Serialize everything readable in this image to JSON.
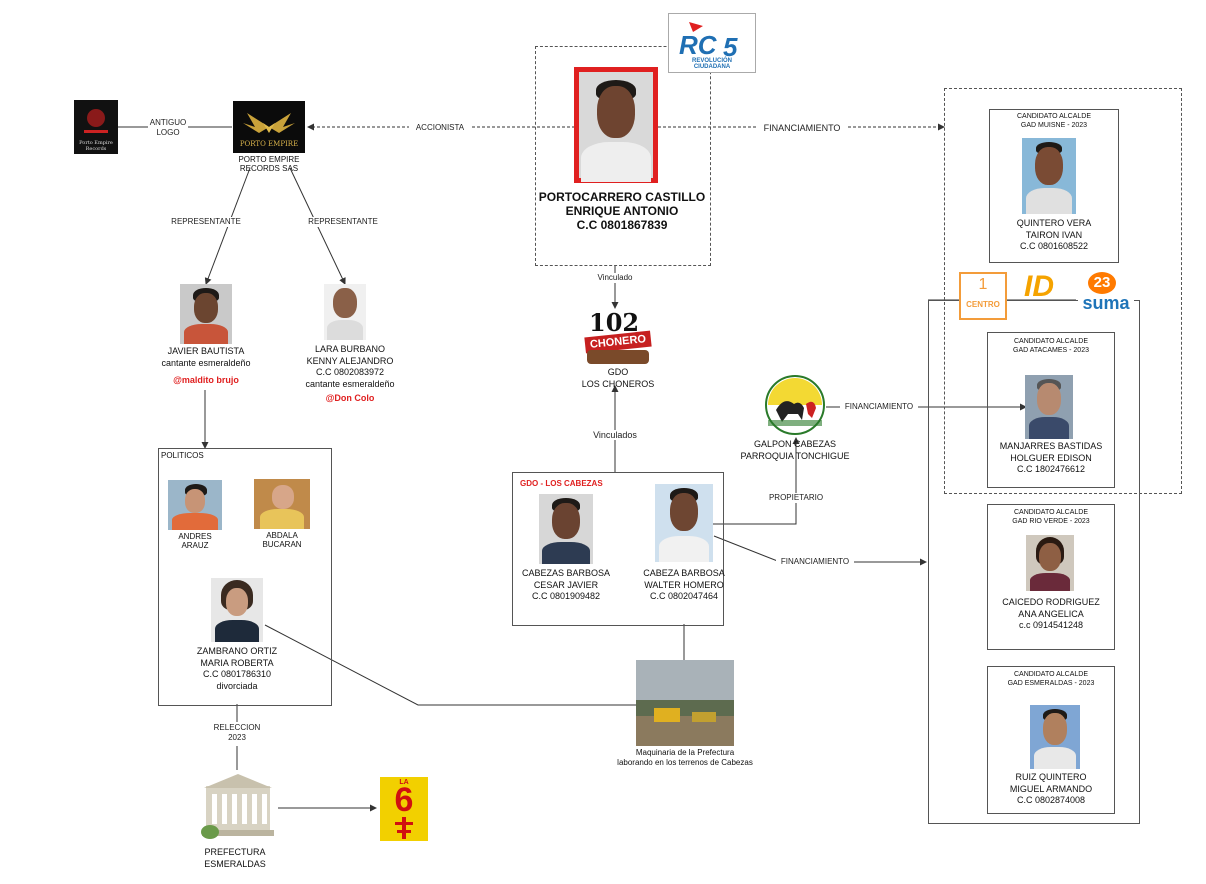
{
  "main": {
    "name_l1": "PORTOCARRERO CASTILLO",
    "name_l2": "ENRIQUE ANTONIO",
    "id": "C.C 0801867839"
  },
  "logo_rc5": {
    "text1": "REVOLUCIÓN",
    "text2": "CIUDADANA"
  },
  "edges": {
    "antiguo_l1": "ANTIGUO",
    "antiguo_l2": "LOGO",
    "accionista": "ACCIONISTA",
    "financiamiento": "FINANCIAMIENTO",
    "representante": "REPRESENTANTE",
    "vinculado": "Vinculado",
    "vinculados": "Vinculados",
    "propietario": "PROPIETARIO",
    "reeleccion_l1": "RELECCION",
    "reeleccion_l2": "2023"
  },
  "porto_empire": {
    "logo_text": "PORTO EMPIRE",
    "name_l1": "PORTO EMPIRE",
    "name_l2": "RECORDS SAS"
  },
  "javier": {
    "l1": "JAVIER BAUTISTA",
    "l2": "cantante esmeraldeño",
    "handle": "@maldito brujo"
  },
  "lara": {
    "l1": "LARA BURBANO",
    "l2": "KENNY ALEJANDRO",
    "l3": "C.C 0802083972",
    "l4": "cantante esmeraldeño",
    "handle": "@Don Colo"
  },
  "politicos": {
    "title": "POLITICOS",
    "andres_l1": "ANDRES",
    "andres_l2": "ARAUZ",
    "abdala_l1": "ABDALA",
    "abdala_l2": "BUCARAN",
    "zambrano_l1": "ZAMBRANO ORTIZ",
    "zambrano_l2": "MARIA ROBERTA",
    "zambrano_l3": "C.C 0801786310",
    "zambrano_l4": "divorciada"
  },
  "choneros": {
    "logo_num": "102",
    "logo_word": "CHONERO",
    "l1": "GDO",
    "l2": "LOS CHONEROS"
  },
  "cabezas": {
    "title": "GDO - LOS CABEZAS",
    "cesar_l1": "CABEZAS BARBOSA",
    "cesar_l2": "CESAR JAVIER",
    "cesar_l3": "C.C 0801909482",
    "walter_l1": "CABEZA BARBOSA",
    "walter_l2": "WALTER HOMERO",
    "walter_l3": "C.C 0802047464"
  },
  "galpon": {
    "l1": "GALPON CABEZAS",
    "l2": "PARROQUIA TONCHIGUE"
  },
  "maquinaria": {
    "l1": "Maquinaria de la Prefectura",
    "l2": "laborando en los terrenos de Cabezas"
  },
  "prefectura": {
    "l1": "PREFECTURA",
    "l2": "ESMERALDAS"
  },
  "la6": {
    "small": "LA",
    "num": "6"
  },
  "party_logos": {
    "centro_num": "1",
    "centro": "CENTRO",
    "id": "ID",
    "suma_num": "23",
    "suma": "suma"
  },
  "candidates": [
    {
      "h1": "CANDIDATO ALCALDE",
      "h2": "GAD MUISNE - 2023",
      "n1": "QUINTERO VERA",
      "n2": "TAIRON IVAN",
      "n3": "C.C 0801608522"
    },
    {
      "h1": "CANDIDATO ALCALDE",
      "h2": "GAD ATACAMES - 2023",
      "n1": "MANJARRES BASTIDAS",
      "n2": "HOLGUER EDISON",
      "n3": "C.C 1802476612"
    },
    {
      "h1": "CANDIDATO ALCALDE",
      "h2": "GAD RIO VERDE - 2023",
      "n1": "CAICEDO RODRIGUEZ",
      "n2": "ANA ANGELICA",
      "n3": "c.c 0914541248"
    },
    {
      "h1": "CANDIDATO ALCALDE",
      "h2": "GAD ESMERALDAS - 2023",
      "n1": "RUIZ QUINTERO",
      "n2": "MIGUEL ARMANDO",
      "n3": "C.C 0802874008"
    }
  ],
  "colors": {
    "accent_red": "#e02020",
    "rc5_blue": "#1f6fb3",
    "centro_orange": "#f39c3a",
    "id_orange": "#f5a300",
    "suma_blue": "#1e74b8",
    "la6_yellow": "#f2d000"
  }
}
